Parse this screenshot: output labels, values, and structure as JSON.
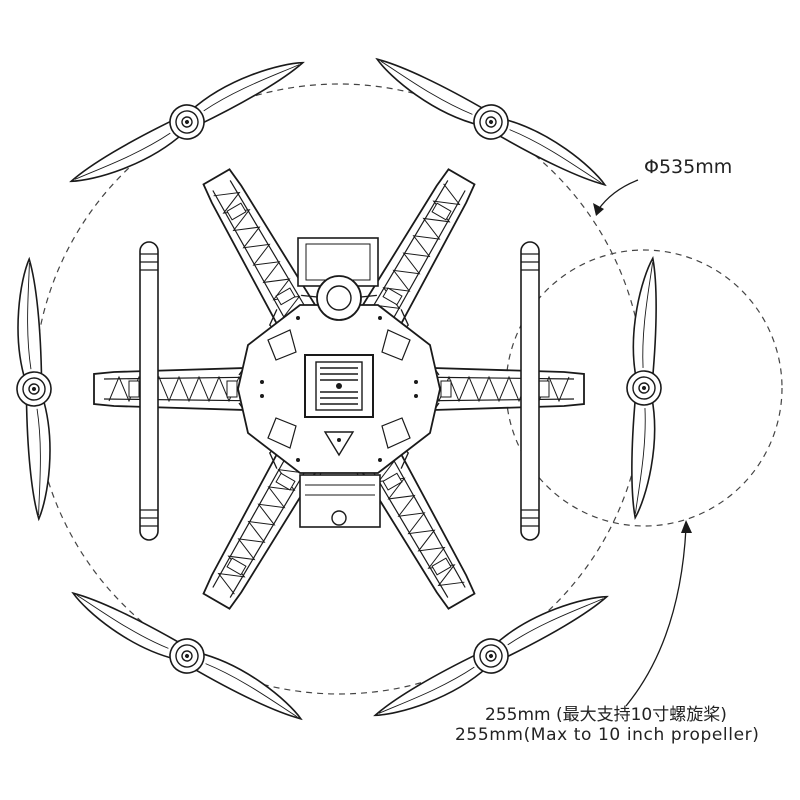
{
  "dimensions": {
    "frame_diameter_label": "Φ535mm",
    "propeller_label_cn": "255mm (最大支持10寸螺旋桨)",
    "propeller_label_en": "255mm(Max to 10 inch propeller)"
  },
  "colors": {
    "line": "#1a1a1a",
    "dashed": "#444444",
    "background": "#ffffff"
  },
  "components": {
    "arms": 6,
    "propellers": 6,
    "landing_gear": 2
  }
}
